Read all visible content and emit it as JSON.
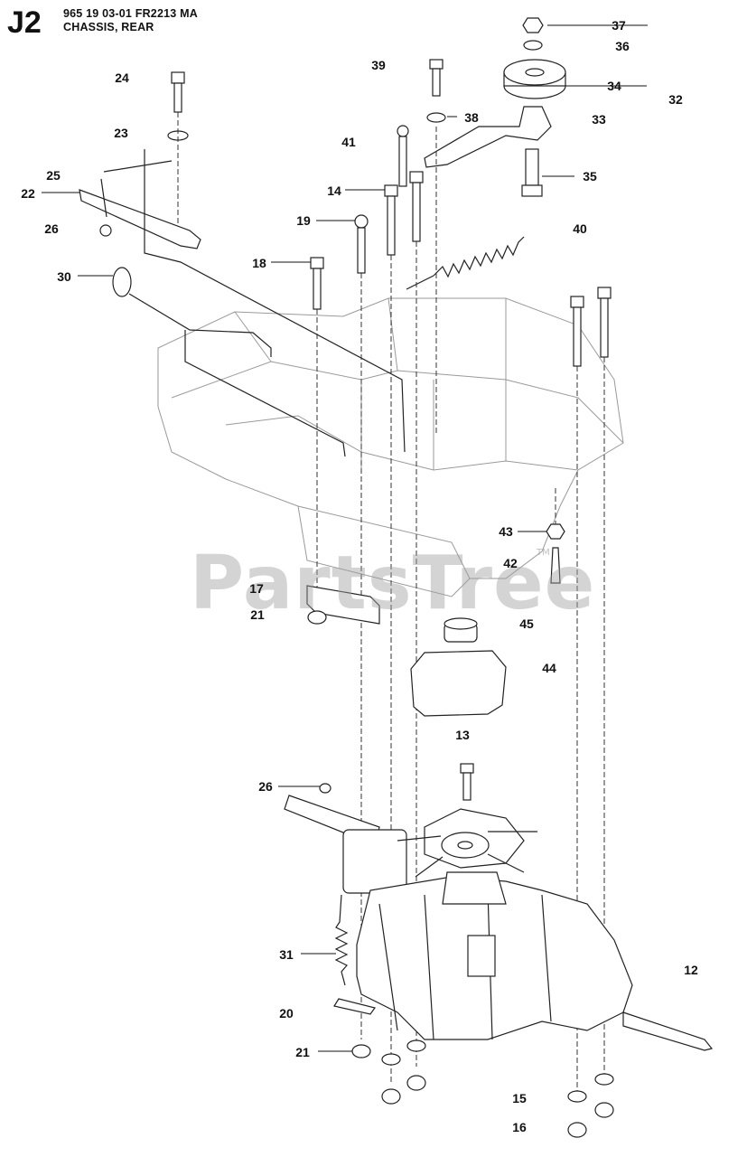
{
  "header": {
    "section_code": "J2",
    "part_line": "965 19 03-01 FR2213 MA",
    "section_name": "CHASSIS, REAR"
  },
  "watermark": {
    "text": "PartsTree",
    "tm": "TM"
  },
  "callouts": [
    "37",
    "36",
    "34",
    "32",
    "33",
    "35",
    "39",
    "38",
    "41",
    "40",
    "24",
    "23",
    "25",
    "22",
    "26",
    "14",
    "19",
    "18",
    "30",
    "43",
    "42",
    "17",
    "21",
    "45",
    "44",
    "13",
    "26",
    "31",
    "20",
    "21",
    "12",
    "15",
    "16"
  ]
}
